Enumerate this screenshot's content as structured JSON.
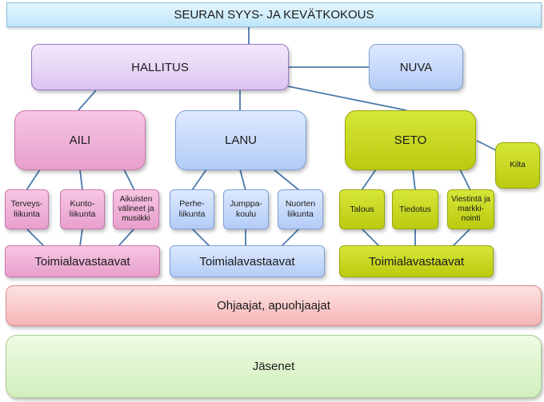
{
  "top": "SEURAN SYYS- JA KEVÄTKOKOUS",
  "board": "HALLITUS",
  "nuva": "NUVA",
  "divisions": {
    "aili": {
      "name": "AILI",
      "subs": [
        "Terveys-\nliikunta",
        "Kunto-\nliikunta",
        "Aikuisten\nvälineet ja\nmusiikki"
      ],
      "officers": "Toimialavastaavat"
    },
    "lanu": {
      "name": "LANU",
      "subs": [
        "Perhe-\nliikunta",
        "Jumppa-\nkoulu",
        "Nuorten\nliikunta"
      ],
      "officers": "Toimialavastaavat"
    },
    "seto": {
      "name": "SETO",
      "subs": [
        "Talous",
        "Tiedotus",
        "Viestintä ja\nmarkki-\nnointi"
      ],
      "officers": "Toimialavastaavat"
    }
  },
  "kilta": "Kilta",
  "instructors": "Ohjaajat, apuohjaajat",
  "members": "Jäsenet"
}
